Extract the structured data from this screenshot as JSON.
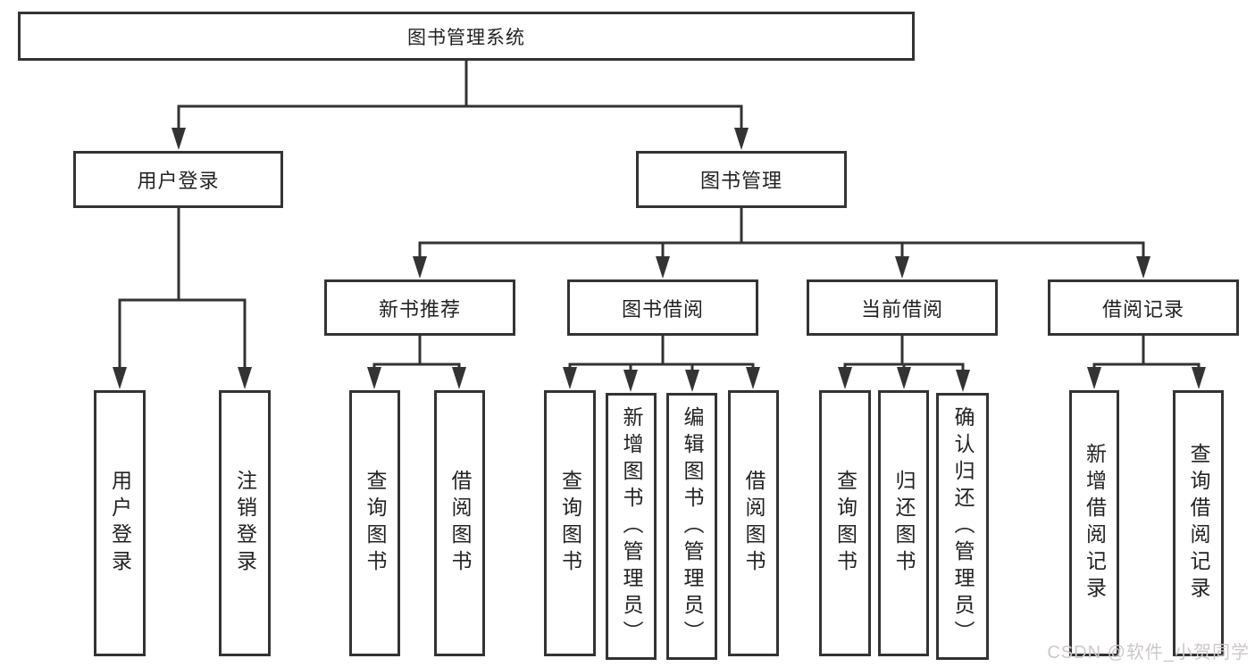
{
  "nodes": {
    "root": "图书管理系统",
    "login": "用户登录",
    "mgmt": "图书管理",
    "recommend": "新书推荐",
    "borrow": "图书借阅",
    "current": "当前借阅",
    "records": "借阅记录",
    "login_user": "用户登录",
    "login_logout": "注销登录",
    "rec_query": "查询图书",
    "rec_borrow": "借阅图书",
    "bor_query": "查询图书",
    "bor_add": "新增图书（管理员）",
    "bor_edit": "编辑图书（管理员）",
    "bor_borrow": "借阅图书",
    "cur_query": "查询图书",
    "cur_return": "归还图书",
    "cur_confirm": "确认归还（管理员）",
    "recd_add": "新增借阅记录",
    "recd_query": "查询借阅记录"
  },
  "hierarchy": {
    "图书管理系统": {
      "用户登录": [
        "用户登录",
        "注销登录"
      ],
      "图书管理": {
        "新书推荐": [
          "查询图书",
          "借阅图书"
        ],
        "图书借阅": [
          "查询图书",
          "新增图书（管理员）",
          "编辑图书（管理员）",
          "借阅图书"
        ],
        "当前借阅": [
          "查询图书",
          "归还图书",
          "确认归还（管理员）"
        ],
        "借阅记录": [
          "新增借阅记录",
          "查询借阅记录"
        ]
      }
    }
  },
  "watermark": "CSDN @软件_小贺同学",
  "colors": {
    "line": "#333333",
    "box_border": "#333333",
    "text": "#222222",
    "watermark": "#ccc7cb",
    "background": "#ffffff"
  }
}
